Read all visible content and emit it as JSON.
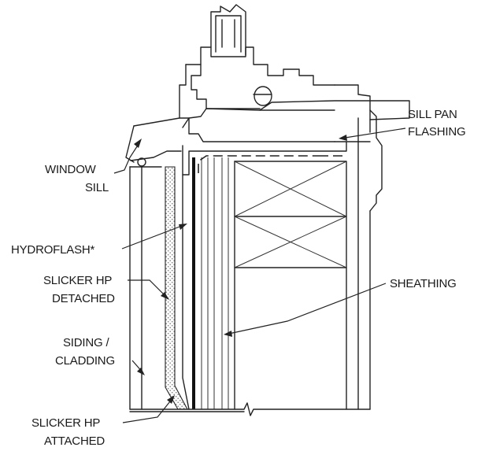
{
  "labels": {
    "sill_pan_flashing": [
      "SILL PAN",
      "FLASHING"
    ],
    "window_sill": [
      "WINDOW",
      "SILL"
    ],
    "hydroflash": [
      "HYDROFLASH*"
    ],
    "slicker_hp_detached": [
      "SLICKER HP",
      "DETACHED"
    ],
    "sheathing": [
      "SHEATHING"
    ],
    "siding_cladding": [
      "SIDING /",
      "CLADDING"
    ],
    "slicker_hp_attached": [
      "SLICKER HP",
      "ATTACHED"
    ]
  },
  "colors": {
    "line": "#222222",
    "hatch": "#8a8a8a",
    "background": "#ffffff"
  }
}
